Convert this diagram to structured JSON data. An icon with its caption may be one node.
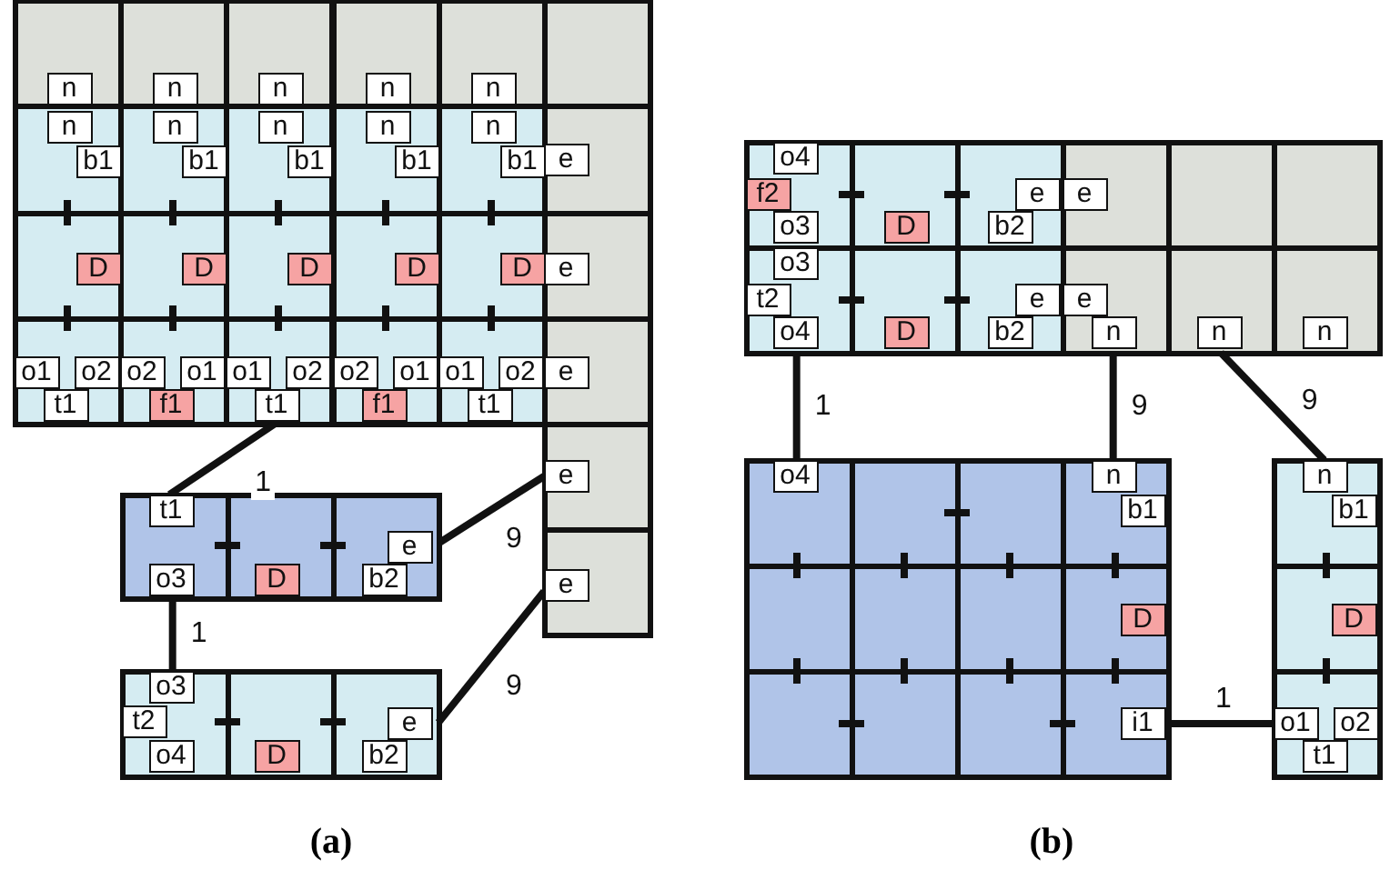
{
  "diagram": {
    "nodes": [
      {
        "text": [
          "n"
        ]
      },
      {
        "text": [
          "n"
        ]
      },
      {
        "text": [
          "n"
        ]
      },
      {
        "text": [
          "n"
        ]
      },
      {
        "text": [
          "n"
        ]
      },
      {
        "text": [],
        "shape": "box"
      },
      {
        "text": [
          "n",
          "b1"
        ]
      },
      {
        "text": [
          "n",
          "b1"
        ]
      },
      {
        "text": [
          "n",
          "b1"
        ]
      },
      {
        "text": [
          "n",
          "b1"
        ]
      },
      {
        "text": [
          "n",
          "b1"
        ]
      },
      {
        "text": [
          "e"
        ]
      },
      {
        "text": [
          "D"
        ]
      },
      {
        "text": [
          "D"
        ]
      },
      {
        "text": [
          "D"
        ]
      },
      {
        "text": [
          "D"
        ]
      },
      {
        "text": [
          "D"
        ]
      },
      {
        "text": [
          "e"
        ]
      },
      {
        "text": [
          "o1",
          "o2",
          "t1"
        ]
      },
      {
        "text": [
          "o2",
          "o1",
          "f1"
        ]
      },
      {
        "text": [
          "o1",
          "o2",
          "t1"
        ]
      },
      {
        "text": [
          "o2",
          "o1",
          "f1"
        ]
      },
      {
        "text": [
          "o1",
          "o2",
          "t1"
        ]
      },
      {
        "text": [
          "e"
        ]
      },
      {
        "text": [
          "e"
        ]
      },
      {
        "text": [
          "t1",
          "o3"
        ]
      },
      {
        "text": [
          "D"
        ]
      },
      {
        "text": [
          "e",
          "b2"
        ]
      },
      {
        "text": [
          "e"
        ]
      },
      {
        "text": [
          "o3",
          "t2",
          "o4"
        ]
      },
      {
        "text": [
          "D"
        ]
      },
      {
        "text": [
          "e",
          "b2"
        ]
      },
      {
        "text": [
          "o4",
          "f2",
          "o3"
        ]
      },
      {
        "text": [
          "D"
        ]
      },
      {
        "text": [
          "e",
          "b2"
        ]
      },
      {
        "text": [
          "e"
        ]
      },
      {
        "text": [],
        "shape": "box"
      },
      {
        "text": [],
        "shape": "box"
      },
      {
        "text": [
          "o3",
          "t2",
          "o4"
        ]
      },
      {
        "text": [
          "D"
        ]
      },
      {
        "text": [
          "e",
          "b2"
        ]
      },
      {
        "text": [
          "e",
          "n"
        ]
      },
      {
        "text": [
          "n"
        ]
      },
      {
        "text": [
          "n"
        ]
      },
      {
        "text": [
          "o4"
        ]
      },
      {
        "text": [],
        "shape": "box"
      },
      {
        "text": [],
        "shape": "box"
      },
      {
        "text": [
          "n",
          "b1"
        ]
      },
      {
        "text": [
          "n",
          "b1"
        ]
      },
      {
        "text": [],
        "shape": "box"
      },
      {
        "text": [],
        "shape": "box"
      },
      {
        "text": [],
        "shape": "box"
      },
      {
        "text": [
          "D"
        ]
      },
      {
        "text": [
          "D"
        ]
      },
      {
        "text": [],
        "shape": "box"
      },
      {
        "text": [],
        "shape": "box"
      },
      {
        "text": [],
        "shape": "box"
      },
      {
        "text": [
          "i1"
        ]
      },
      {
        "text": [
          "o1",
          "o2",
          "t1"
        ]
      }
    ],
    "edges": [
      {
        "from": 20,
        "to": 25,
        "arrow": "none",
        "label": "1"
      },
      {
        "from": 25,
        "to": 29,
        "arrow": "none",
        "label": "1"
      },
      {
        "from": 27,
        "to": 24,
        "arrow": "none",
        "label": "9"
      },
      {
        "from": 31,
        "to": 28,
        "arrow": "none",
        "label": "9"
      },
      {
        "from": 38,
        "to": 44,
        "arrow": "none",
        "label": "1"
      },
      {
        "from": 41,
        "to": 47,
        "arrow": "none",
        "label": "9"
      },
      {
        "from": 42,
        "to": 48,
        "arrow": "none",
        "label": "9"
      },
      {
        "from": 57,
        "to": 58,
        "arrow": "none",
        "label": "1"
      }
    ],
    "labels": [
      "(a)",
      "(b)"
    ]
  }
}
